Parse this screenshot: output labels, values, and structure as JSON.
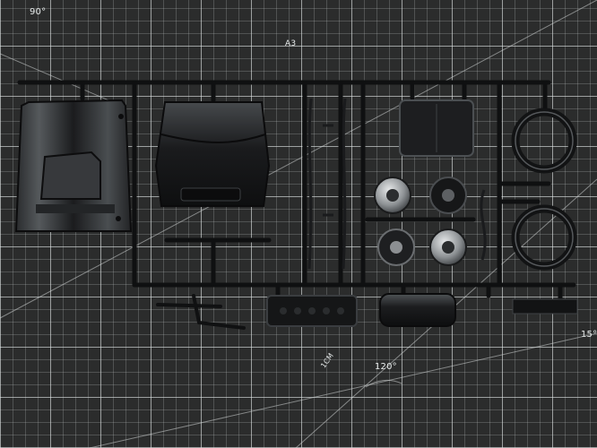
{
  "mat": {
    "angle_90": "90°",
    "paper_size": "A3",
    "scale_cm": "1CM",
    "angle_120": "120°",
    "angle_15": "15°"
  },
  "colors": {
    "mat_background": "#2b2c2c",
    "grid_line": "#d8dcdc",
    "plastic_dark": "#141516",
    "plastic_highlight": "#5a5e62",
    "chrome": "#a9acae"
  },
  "parts": [
    "hood",
    "seat",
    "sprue-frame",
    "wheels",
    "tires",
    "engine-block",
    "radiator",
    "suspension-linkage"
  ]
}
